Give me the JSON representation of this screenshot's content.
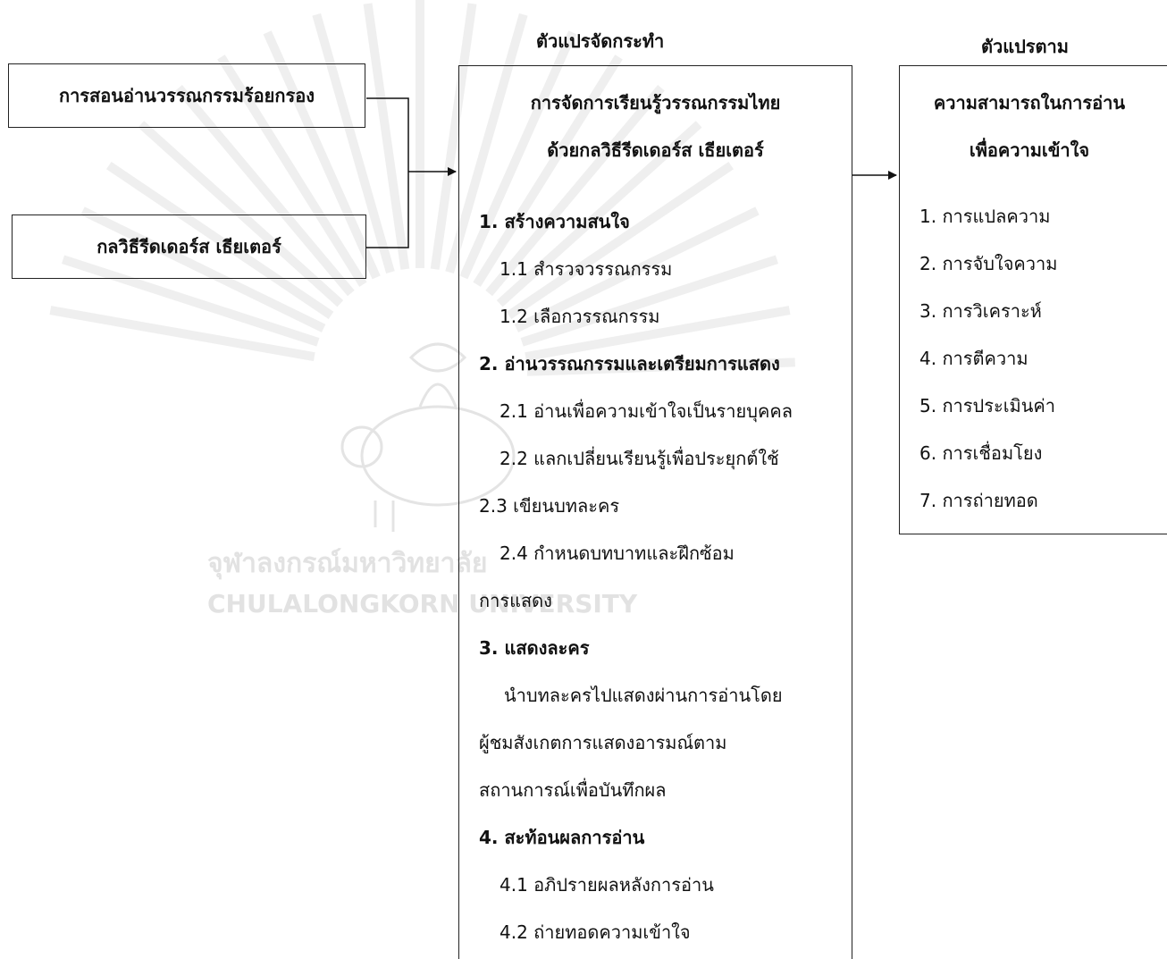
{
  "headings": {
    "independent": "ตัวแปรจัดกระทำ",
    "dependent": "ตัวแปรตาม"
  },
  "inputs": [
    "การสอนอ่านวรรณกรรมร้อยกรอง",
    "กลวิธีรีดเดอร์ส เธียเตอร์"
  ],
  "middle": {
    "title_lines": [
      "การจัดการเรียนรู้วรรณกรรมไทย",
      "ด้วยกลวิธีรีดเดอร์ส เธียเตอร์"
    ],
    "lines": [
      "1. สร้างความสนใจ",
      "1.1 สำรวจวรรณกรรม",
      "1.2 เลือกวรรณกรรม",
      "2. อ่านวรรณกรรมและเตรียมการแสดง",
      "2.1 อ่านเพื่อความเข้าใจเป็นรายบุคคล",
      "2.2 แลกเปลี่ยนเรียนรู้เพื่อประยุกต์ใช้",
      "2.3 เขียนบทละคร",
      "2.4 กำหนดบทบาทและฝึกซ้อม",
      "การแสดง",
      "3. แสดงละคร",
      "นำบทละครไปแสดงผ่านการอ่านโดย",
      "ผู้ชมสังเกตการแสดงอารมณ์ตาม",
      "สถานการณ์เพื่อบันทึกผล",
      "4. สะท้อนผลการอ่าน",
      "4.1 อภิปรายผลหลังการอ่าน",
      "4.2 ถ่ายทอดความเข้าใจ"
    ]
  },
  "right": {
    "title_lines": [
      "ความสามารถในการอ่าน",
      "เพื่อความเข้าใจ"
    ],
    "items": [
      "1. การแปลความ",
      "2. การจับใจความ",
      "3. การวิเคราะห์",
      "4. การตีความ",
      "5. การประเมินค่า",
      "6. การเชื่อมโยง",
      "7. การถ่ายทอด"
    ]
  },
  "watermark": {
    "text_th": "จุฬาลงกรณ์มหาวิทยาลัย",
    "text_en": "CHULALONGKORN UNIVERSITY"
  }
}
